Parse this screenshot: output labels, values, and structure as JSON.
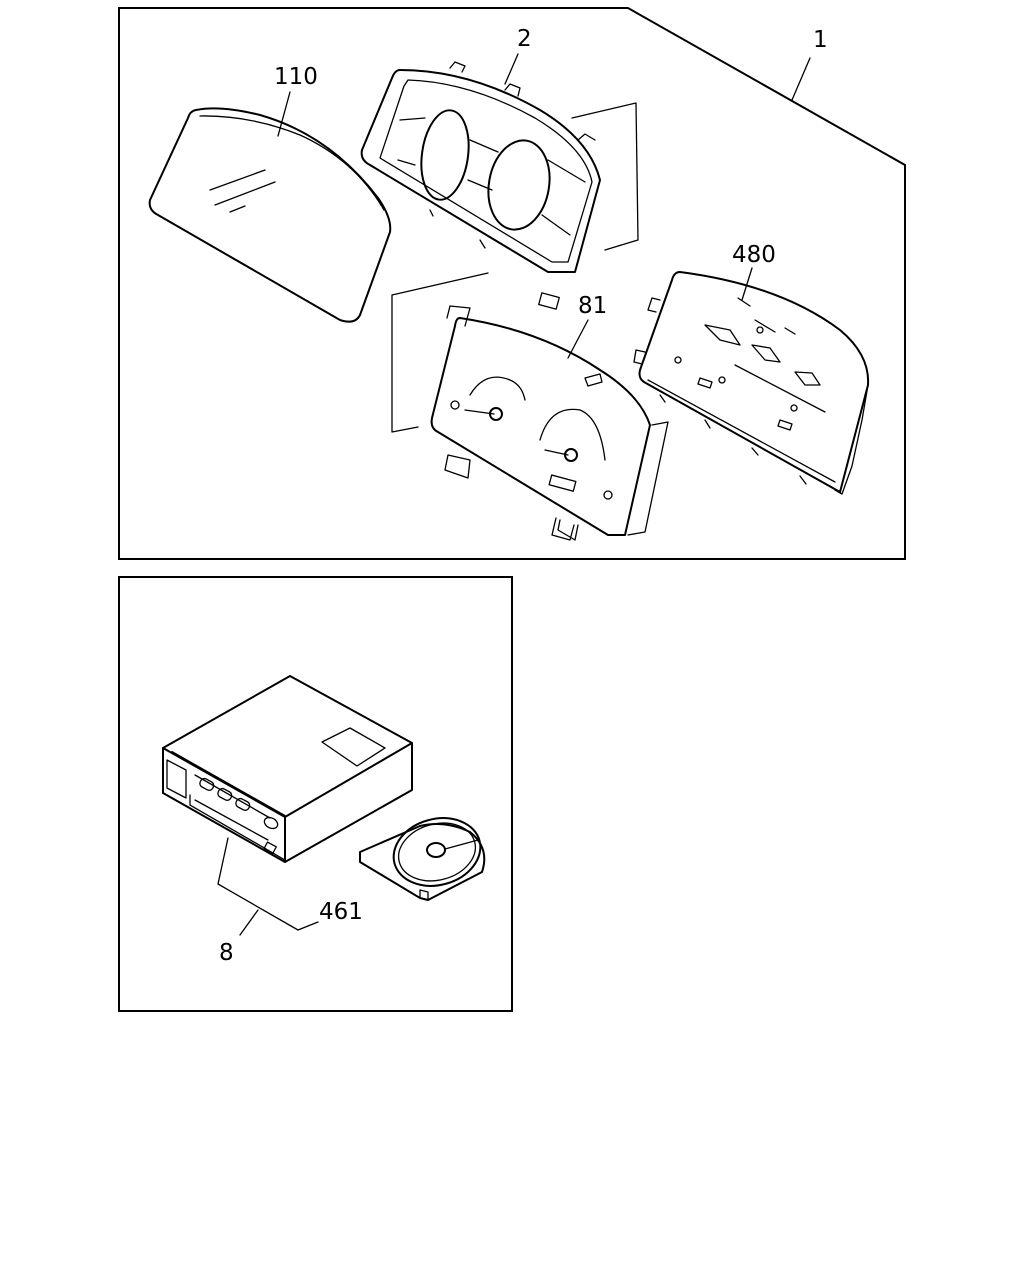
{
  "labels": {
    "assembly": "1",
    "case": "2",
    "lens": "110",
    "board": "480",
    "dial": "81",
    "unit": "8",
    "disc": "461"
  }
}
